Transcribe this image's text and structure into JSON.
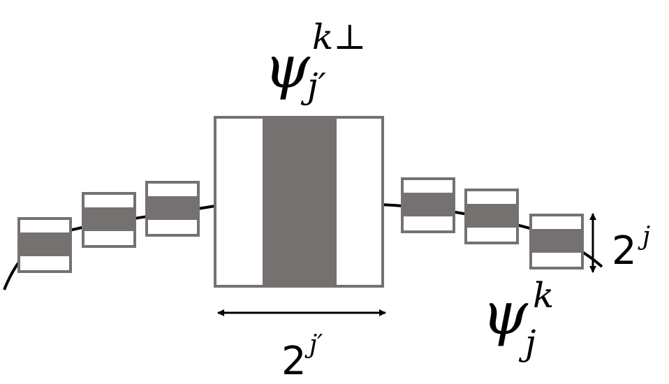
{
  "labels": {
    "large_atom": {
      "base": "ψ",
      "sup": "k⊥",
      "sub": "j′"
    },
    "small_atom": {
      "base": "ψ",
      "sup": "k",
      "sub": "j"
    },
    "large_scale": {
      "base": "2",
      "sup": "j′"
    },
    "small_scale": {
      "base": "2",
      "sup": "j"
    }
  },
  "colors": {
    "curve": "#000000",
    "box_stroke": "#767171",
    "box_fill": "#ffffff",
    "band_fill": "#767171",
    "arrow": "#000000"
  }
}
